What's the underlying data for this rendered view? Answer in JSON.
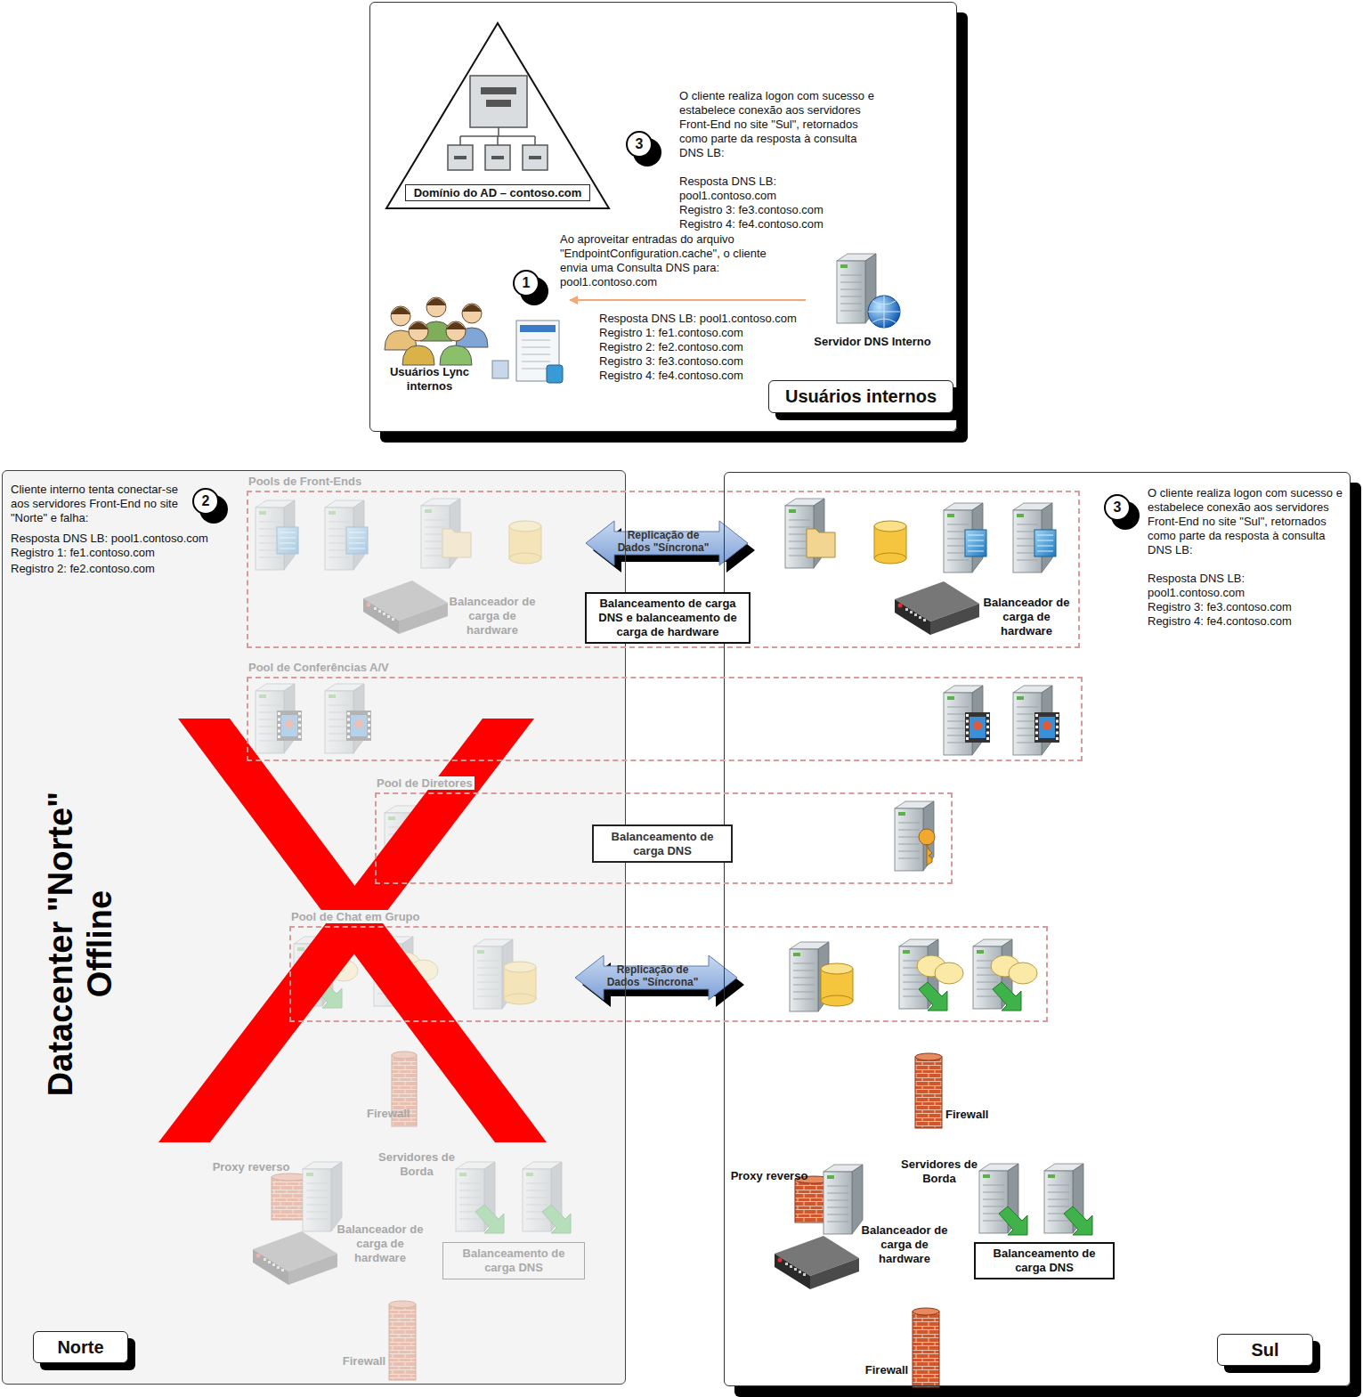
{
  "diagram": {
    "nodes": [
      {
        "text": [
          "Usuários internos"
        ]
      },
      {
        "text": [
          "Domínio do AD – contoso.com"
        ],
        "in": 0
      },
      {
        "text": [
          "Usuários Lync internos"
        ],
        "in": 0
      },
      {
        "text": [
          "Servidor DNS Interno"
        ],
        "in": 0
      },
      {
        "text": [
          "Norte"
        ]
      },
      {
        "text": [
          "Sul"
        ]
      },
      {
        "text": [
          "Pools de Front-Ends"
        ]
      },
      {
        "text": [
          "Balanceamento de carga DNS e balanceamento de carga de hardware"
        ],
        "in": 6
      },
      {
        "text": [
          "Pool de Conferências A/V"
        ]
      },
      {
        "text": [
          "Pool de Diretores"
        ]
      },
      {
        "text": [
          "Balanceamento de carga DNS"
        ],
        "in": 9
      },
      {
        "text": [
          "Pool de Chat em Grupo"
        ]
      },
      {
        "text": [
          "Balanceamento de carga DNS"
        ],
        "in": 4
      },
      {
        "text": [
          "Balanceamento de carga DNS"
        ],
        "in": 5
      }
    ],
    "edges": [
      {
        "from": 3,
        "to": 2,
        "arrow": "to"
      }
    ],
    "labels": [
      "3",
      "O cliente realiza logon com sucesso e estabelece conexão aos servidores Front-End no site \"Sul\", retornados como parte da resposta à consulta DNS LB:",
      "Resposta DNS LB:",
      "pool1.contoso.com",
      "Registro 3: fe3.contoso.com",
      "Registro 4: fe4.contoso.com",
      "Ao aproveitar entradas do arquivo \"EndpointConfiguration.cache\", o cliente envia uma Consulta DNS para: pool1.contoso.com",
      "1",
      "Resposta DNS LB: pool1.contoso.com",
      "Registro 1: fe1.contoso.com",
      "Registro 2: fe2.contoso.com",
      "Registro 3: fe3.contoso.com",
      "Registro 4: fe4.contoso.com",
      "2",
      "Cliente interno tenta conectar-se aos servidores Front-End no site \"Norte\" e falha:",
      "Resposta DNS LB: pool1.contoso.com",
      "Registro 1: fe1.contoso.com",
      "Registro 2: fe2.contoso.com",
      "3",
      "O cliente realiza logon com sucesso e estabelece conexão aos servidores Front-End no site \"Sul\", retornados como parte da resposta à consulta DNS LB:",
      "Resposta DNS LB:",
      "pool1.contoso.com",
      "Registro 3: fe3.contoso.com",
      "Registro 4: fe4.contoso.com",
      "Datacenter \"Norte\" Offline",
      "Replicação de Dados \"Síncrona\"",
      "Replicação de Dados \"Síncrona\"",
      "Balanceador de carga de hardware",
      "Balanceador de carga de hardware",
      "Firewall",
      "Proxy reverso",
      "Servidores de Borda",
      "Balanceador de carga de hardware",
      "Firewall",
      "Firewall",
      "Proxy reverso",
      "Servidores de Borda",
      "Balanceador de carga de hardware",
      "Firewall"
    ]
  }
}
